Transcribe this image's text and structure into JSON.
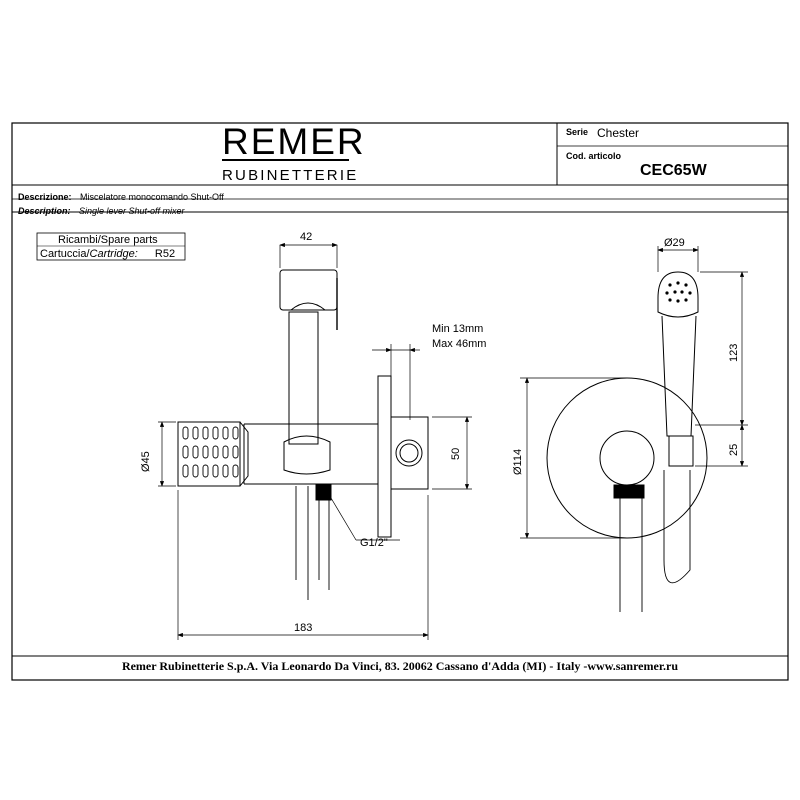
{
  "header": {
    "brand": "REMER",
    "brand_sub": "RUBINETTERIE",
    "serie_label": "Serie",
    "serie_value": "Chester",
    "code_label": "Cod. articolo",
    "code_value": "CEC65W"
  },
  "description": {
    "it_label": "Descrizione:",
    "it_value": "Miscelatore monocomando Shut-Off",
    "en_label": "Description:",
    "en_value": "Single lever Shut-off mixer"
  },
  "spare_parts": {
    "title": "Ricambi/Spare parts",
    "cartridge_label_it": "Cartuccia/",
    "cartridge_label_en": "Cartridge:",
    "cartridge_value": "R52"
  },
  "dimensions": {
    "width_top": "42",
    "depth_min": "Min 13mm",
    "depth_max": "Max 46mm",
    "diameter_handle": "Ø45",
    "height_body": "50",
    "thread": "G1/2\"",
    "total_length": "183",
    "diameter_head": "Ø29",
    "diameter_plate": "Ø114",
    "height_123": "123",
    "height_25": "25"
  },
  "footer": {
    "text": "Remer Rubinetterie S.p.A. Via Leonardo Da Vinci, 83. 20062 Cassano d'Adda (MI) - Italy -www.sanremer.ru"
  }
}
